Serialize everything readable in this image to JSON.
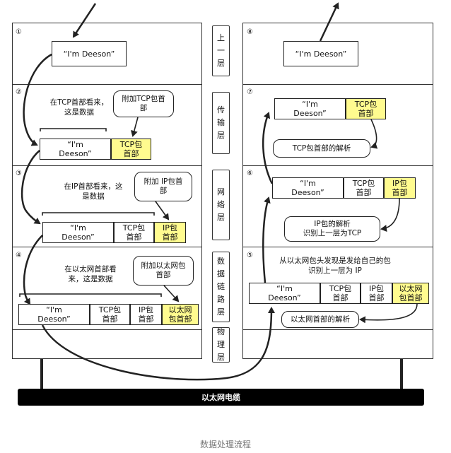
{
  "caption": "数据处理流程",
  "cable_label": "以太网电缆",
  "steps": {
    "s1": "①",
    "s2": "②",
    "s3": "③",
    "s4": "④",
    "s5": "⑤",
    "s6": "⑥",
    "s7": "⑦",
    "s8": "⑧"
  },
  "layers": {
    "application": "上\n一\n层",
    "transport": "传\n输\n层",
    "network": "网\n络\n层",
    "datalink": "数\n据\n链\n路\n层",
    "physical": "物\n理\n层"
  },
  "data_text": "“I'm Deeson”",
  "data_text_wrapped": "“I'm\nDeeson”",
  "headers": {
    "tcp": "TCP包\n首部",
    "ip": "IP包\n首部",
    "eth": "以太网\n包首部"
  },
  "left": {
    "note_tcp": "在TCP首部看来，\n这是数据",
    "bubble_tcp": "附加TCP包首\n部",
    "note_ip": "在IP首部看来，这\n是数据",
    "bubble_ip": "附加 IP包首\n部",
    "note_eth": "在以太网首部看\n来，这是数据",
    "bubble_eth": "附加以太网包\n首部"
  },
  "right": {
    "note_eth": "从以太网包头发现是发给自己的包\n识别上一层为 IP",
    "bubble_eth": "以太网首部的解析",
    "bubble_ip": "IP包的解析\n识别上一层为TCP",
    "bubble_tcp": "TCP包首部的解析"
  }
}
